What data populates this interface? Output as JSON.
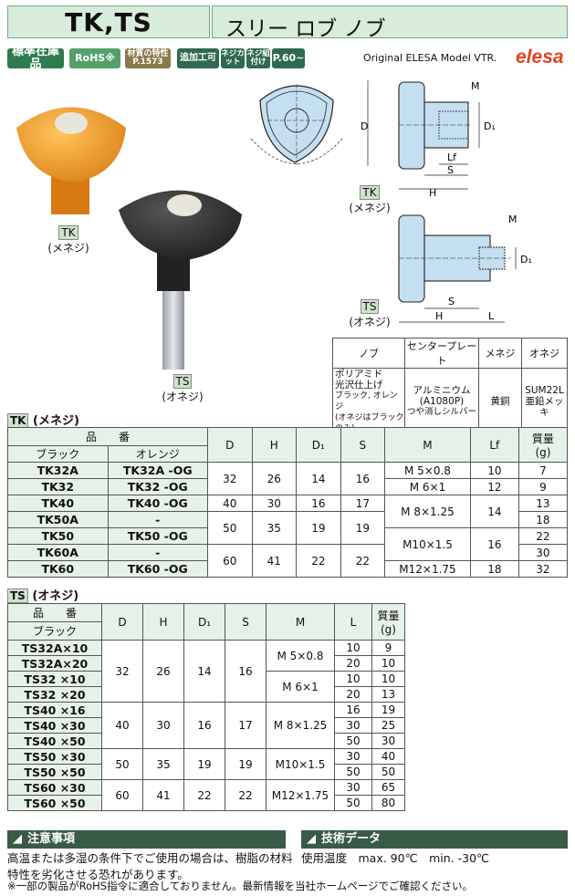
{
  "header": {
    "model": "TK,TS",
    "subtitle": "スリー ロブ ノブ"
  },
  "badges": [
    {
      "text": "標準在庫品",
      "color": "#2f7a4f"
    },
    {
      "text": "RoHS※",
      "color": "#55a06a"
    },
    {
      "text": "材質の特性 P.1573",
      "color": "#8a7a4a"
    },
    {
      "text": "追加工可",
      "color": "#2f6a4f"
    },
    {
      "text": "ネジカット",
      "color": "#2f6a4f"
    },
    {
      "text": "ネジ組付け",
      "color": "#2f6a4f"
    },
    {
      "text": "P.60~",
      "color": "#2f6a4f"
    }
  ],
  "brand": {
    "caption": "Original ELESA Model VTR.",
    "logo": "elesa"
  },
  "photos": {
    "tk_code": "TK",
    "tk_type": "(メネジ)",
    "ts_code": "TS",
    "ts_type": "(オネジ)"
  },
  "drawings": {
    "tk_code": "TK",
    "tk_type": "(メネジ)",
    "ts_code": "TS",
    "ts_type": "(オネジ)",
    "tk_dims": [
      "M",
      "D₁",
      "Lf",
      "S",
      "H",
      "D"
    ],
    "ts_dims": [
      "M",
      "D₁",
      "S",
      "H",
      "L"
    ]
  },
  "materials": {
    "headers": [
      "ノブ",
      "センタープレート",
      "メネジ",
      "オネジ"
    ],
    "knob": [
      "ポリアミド",
      "光沢仕上げ",
      "ブラック, オレンジ",
      "(オネジはブラックのみ)"
    ],
    "plate": [
      "アルミニウム",
      "(A1080P)",
      "つや消しシルバー"
    ],
    "female": "黄銅",
    "male": [
      "SUM22L",
      "亜鉛メッキ"
    ]
  },
  "tk_section": {
    "code": "TK",
    "title": "(メネジ)"
  },
  "tk_table": {
    "head_partno": "品　　番",
    "head_black": "ブラック",
    "head_orange": "オレンジ",
    "cols": [
      "D",
      "H",
      "D₁",
      "S",
      "M",
      "Lf",
      "質量",
      "(g)"
    ],
    "parts": [
      [
        "TK32A",
        "TK32A -OG"
      ],
      [
        "TK32",
        "TK32  -OG"
      ],
      [
        "TK40",
        "TK40  -OG"
      ],
      [
        "TK50A",
        "-"
      ],
      [
        "TK50",
        "TK50  -OG"
      ],
      [
        "TK60A",
        "-"
      ],
      [
        "TK60",
        "TK60  -OG"
      ]
    ],
    "groups": [
      {
        "D": "32",
        "H": "26",
        "D1": "14",
        "S": "16"
      },
      {
        "D": "40",
        "H": "30",
        "D1": "16",
        "S": "17"
      },
      {
        "D": "50",
        "H": "35",
        "D1": "19",
        "S": "19"
      },
      {
        "D": "60",
        "H": "41",
        "D1": "22",
        "S": "22"
      }
    ],
    "threads": [
      "M  5×0.8",
      "M  6×1",
      "M  8×1.25",
      "M10×1.5",
      "M12×1.75"
    ],
    "lf": [
      "10",
      "12",
      "14",
      "16",
      "18"
    ],
    "mass": [
      "7",
      "9",
      "13",
      "18",
      "22",
      "30",
      "32"
    ]
  },
  "ts_section": {
    "code": "TS",
    "title": "(オネジ)"
  },
  "ts_table": {
    "head_partno": "品　　番",
    "head_black": "ブラック",
    "cols": [
      "D",
      "H",
      "D₁",
      "S",
      "M",
      "L",
      "質量",
      "(g)"
    ],
    "parts": [
      "TS32A×10",
      "TS32A×20",
      "TS32  ×10",
      "TS32  ×20",
      "TS40  ×16",
      "TS40  ×30",
      "TS40  ×50",
      "TS50  ×30",
      "TS50  ×50",
      "TS60  ×30",
      "TS60  ×50"
    ],
    "groups": [
      {
        "D": "32",
        "H": "26",
        "D1": "14",
        "S": "16"
      },
      {
        "D": "40",
        "H": "30",
        "D1": "16",
        "S": "17"
      },
      {
        "D": "50",
        "H": "35",
        "D1": "19",
        "S": "19"
      },
      {
        "D": "60",
        "H": "41",
        "D1": "22",
        "S": "22"
      }
    ],
    "threads": [
      "M  5×0.8",
      "M  6×1",
      "M  8×1.25",
      "M10×1.5",
      "M12×1.75"
    ],
    "L": [
      "10",
      "20",
      "10",
      "20",
      "16",
      "30",
      "50",
      "30",
      "50",
      "30",
      "50"
    ],
    "mass": [
      "9",
      "10",
      "10",
      "13",
      "19",
      "25",
      "30",
      "40",
      "50",
      "65",
      "80"
    ]
  },
  "notes": {
    "caution_title": "注意事項",
    "caution_text": [
      "高温または多湿の条件下でご使用の場合は、樹脂の材料",
      "特性を劣化させる恐れがあります。"
    ],
    "tech_title": "技術データ",
    "tech_text": "使用温度　max. 90℃　min. -30℃",
    "footnote": "※一部の製品がRoHS指令に適合しておりません。最新情報を当社ホームページでご確認ください。"
  }
}
